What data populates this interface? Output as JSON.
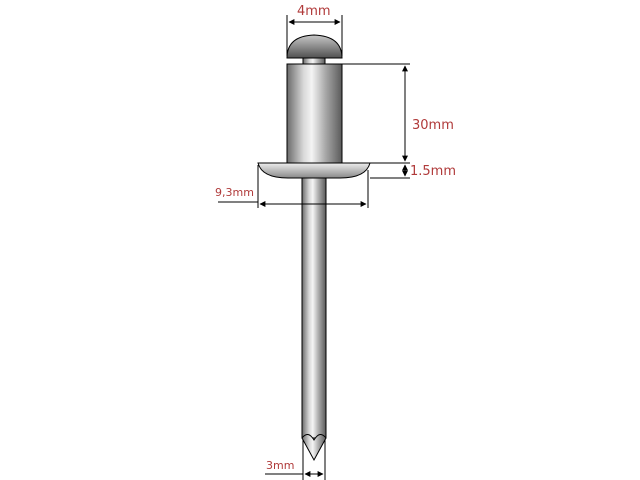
{
  "title": "Blind rivet dimensions",
  "labels": {
    "head_diameter": "4mm",
    "body_length": "30mm",
    "flange_thickness": "1.5mm",
    "flange_diameter": "9,3mm",
    "mandrel_diameter": "3mm"
  },
  "colors": {
    "label": "#b03a3a",
    "line": "#000000"
  }
}
